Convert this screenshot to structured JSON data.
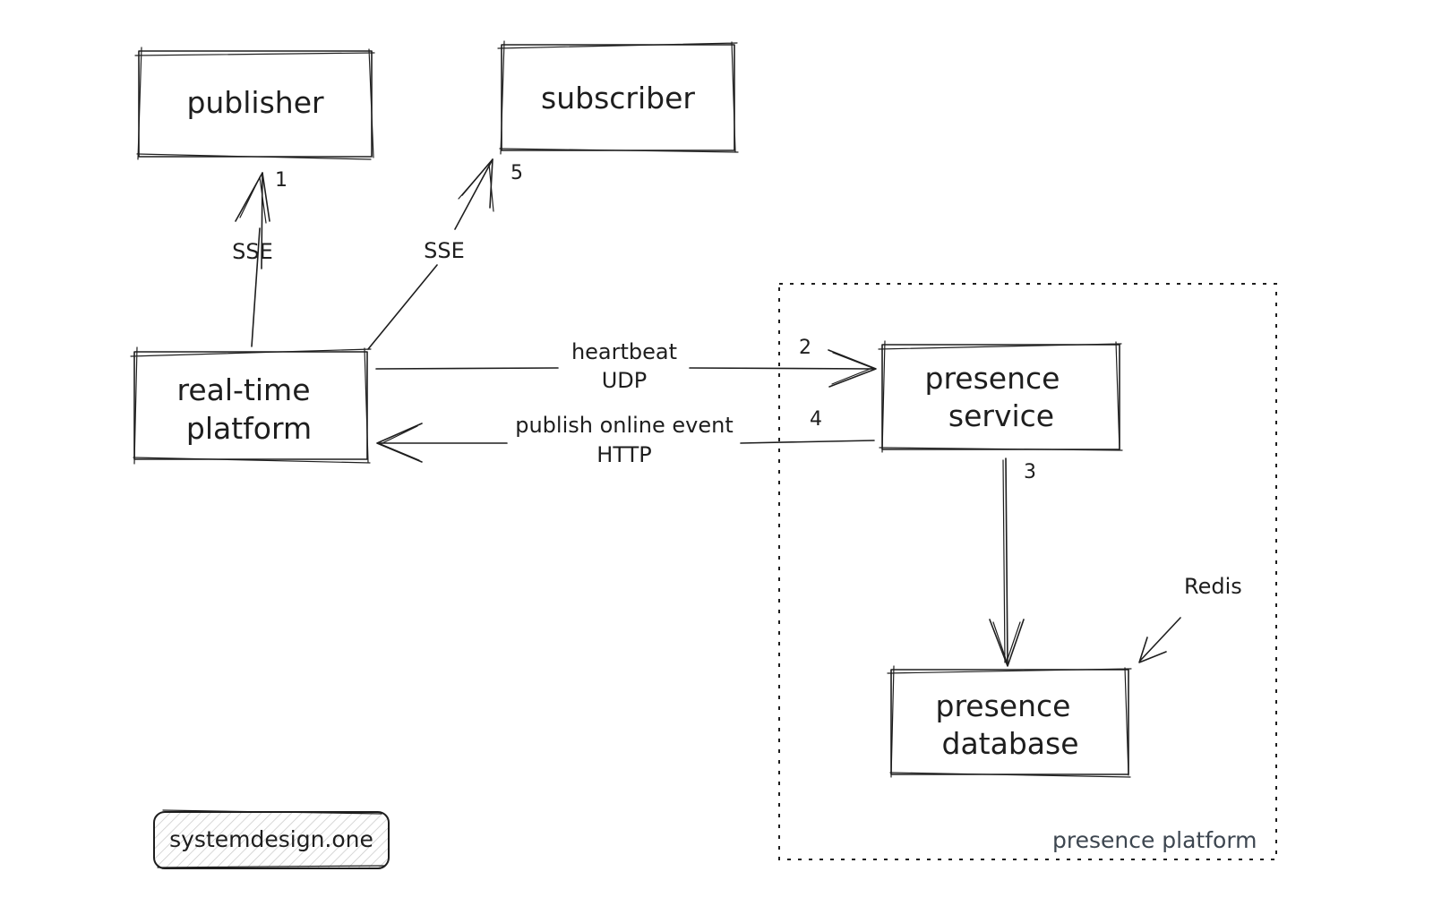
{
  "nodes": {
    "publisher": {
      "lines": [
        "publisher"
      ]
    },
    "subscriber": {
      "lines": [
        "subscriber"
      ]
    },
    "realtime": {
      "lines": [
        "real-time",
        "platform"
      ]
    },
    "presence_service": {
      "lines": [
        "presence",
        "service"
      ]
    },
    "presence_database": {
      "lines": [
        "presence",
        "database"
      ]
    }
  },
  "edges": {
    "sse_publisher": {
      "label": "SSE",
      "step": "1"
    },
    "sse_subscriber": {
      "label": "SSE",
      "step": "5"
    },
    "heartbeat": {
      "label_line1": "heartbeat",
      "label_line2": "UDP",
      "step": "2"
    },
    "publish_event": {
      "label_line1": "publish online event",
      "label_line2": "HTTP",
      "step": "4"
    },
    "service_to_db": {
      "step": "3"
    }
  },
  "annotations": {
    "redis": "Redis",
    "group": "presence platform",
    "brand": "systemdesign.one"
  }
}
